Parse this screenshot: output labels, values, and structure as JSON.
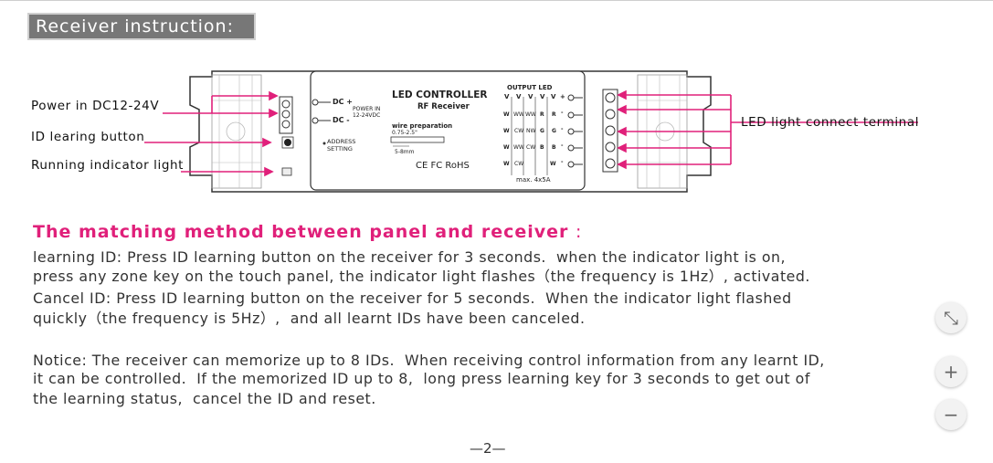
{
  "header": {
    "title": "Receiver instruction:"
  },
  "diagram": {
    "labels": {
      "power_in": "Power in DC12-24V",
      "id_button": "ID learing button",
      "running_light": "Running indicator light",
      "led_terminal": "LED light connect terminal"
    },
    "device": {
      "title": "LED CONTROLLER",
      "subtitle": "RF Receiver",
      "dc_plus": "DC +",
      "dc_minus": "DC -",
      "power_in": "POWER IN",
      "power_range": "12-24VDC",
      "wire_prep": "wire preparation",
      "wire_gauge": "0.75-2.5\"",
      "wire_strip": "5-8mm",
      "address": "ADDRESS",
      "setting": "SETTING",
      "cert": "CE FC RoHS",
      "output_led": "OUTPUT LED",
      "v_row": [
        "V",
        "V",
        "V",
        "V",
        "V"
      ],
      "grid_rows": [
        [
          "W",
          "WW",
          "WW",
          "R",
          "R"
        ],
        [
          "W",
          "CW",
          "NW",
          "G",
          "G"
        ],
        [
          "W",
          "WW",
          "CW",
          "B",
          "B"
        ],
        [
          "W",
          "CW",
          "",
          "",
          "W"
        ]
      ],
      "right_terminals": [
        "+",
        "-",
        "-",
        "-",
        "-"
      ],
      "max": "max. 4x5A"
    }
  },
  "section": {
    "title": "The matching method between panel and receiver",
    "title_suffix": ":"
  },
  "paragraphs": {
    "learning_l1": "learning ID: Press ID learning button on the receiver for 3 seconds.  when the indicator light is on,",
    "learning_l2": "press any zone key on the touch panel, the indicator light flashes（the frequency is 1Hz）, activated.",
    "cancel_l1": "Cancel ID: Press ID learning button on the receiver for 5 seconds.  When the indicator light flashed",
    "cancel_l2": "quickly（the frequency is 5Hz）,  and all learnt IDs have been canceled.",
    "notice_l1": "Notice: The receiver can memorize up to 8 IDs.  When receiving control information from any learnt ID,",
    "notice_l2": "it can be controlled.  If the memorized ID up to 8,  long press learning key for 3 seconds to get out of",
    "notice_l3": "the learning status,  cancel the ID and reset."
  },
  "footer": {
    "page_number": "—2—"
  },
  "controls": {
    "fit_glyph": "⤡",
    "zoom_in": "+",
    "zoom_out": "−"
  }
}
